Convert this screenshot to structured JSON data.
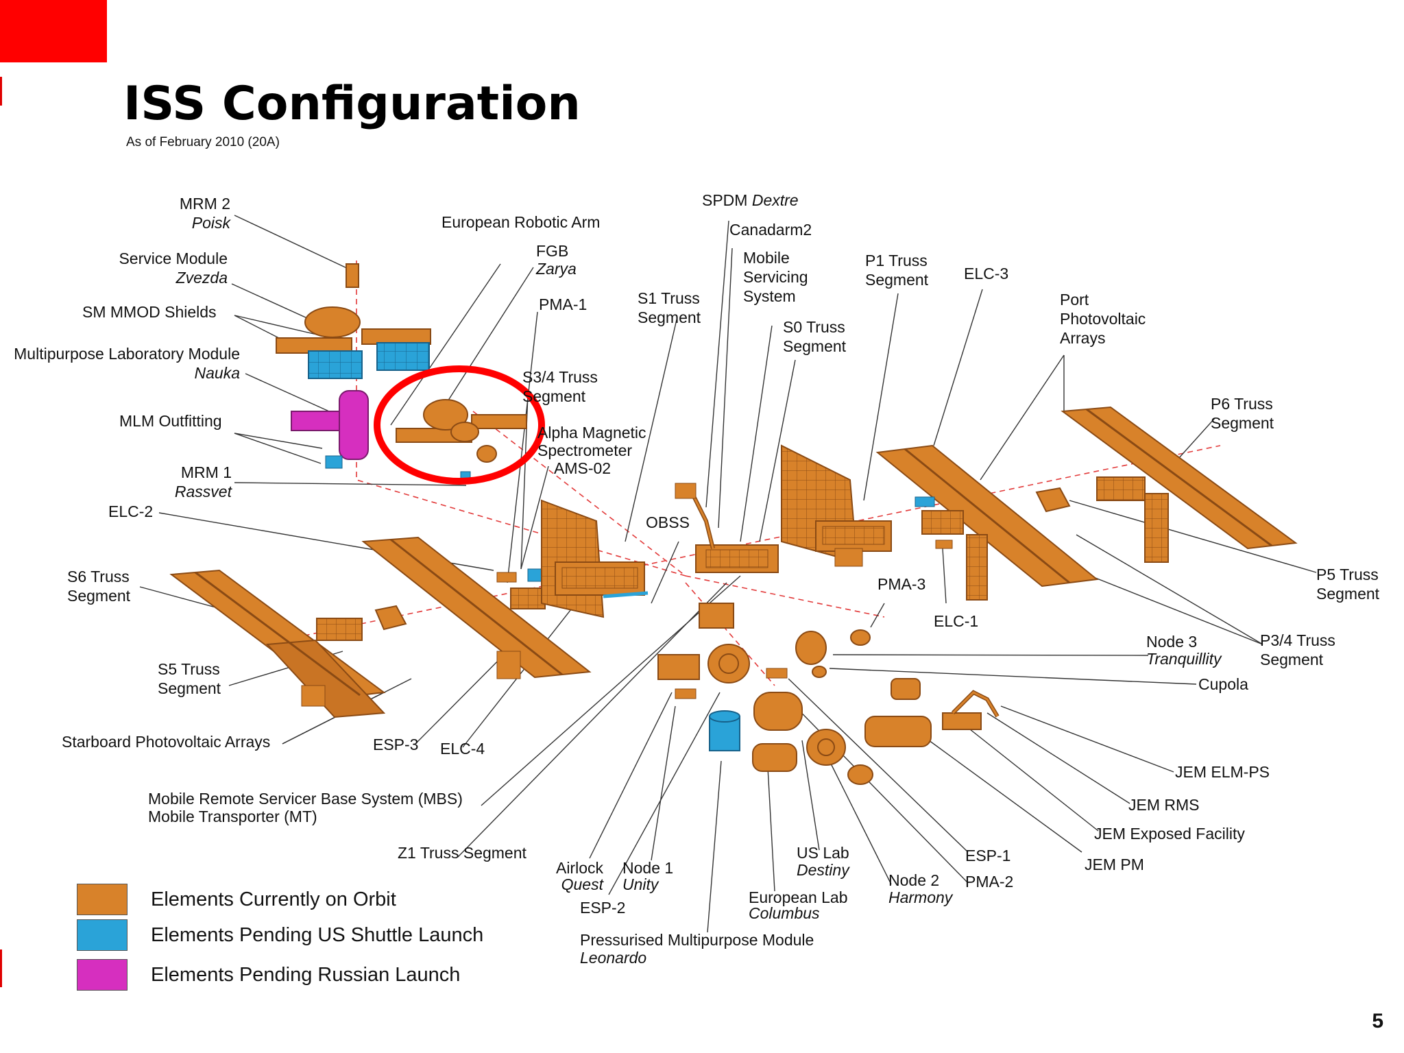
{
  "title": "ISS Configuration",
  "subtitle": "As of February 2010 (20A)",
  "labels": {
    "mrm2_a": "MRM 2",
    "mrm2_b": "Poisk",
    "sm_a": "Service Module",
    "sm_b": "Zvezda",
    "mmod": "SM MMOD Shields",
    "mlm_a": "Multipurpose Laboratory Module",
    "mlm_b": "Nauka",
    "mlmout": "MLM Outfitting",
    "mrm1_a": "MRM 1",
    "mrm1_b": "Rassvet",
    "elc2": "ELC-2",
    "s6_a": "S6 Truss",
    "s6_b": "Segment",
    "s5_a": "S5 Truss",
    "s5_b": "Segment",
    "spa": "Starboard Photovoltaic Arrays",
    "esp3": "ESP-3",
    "elc4": "ELC-4",
    "mbs_a": "Mobile Remote Servicer Base System (MBS)",
    "mbs_b": "Mobile Transporter (MT)",
    "z1": "Z1 Truss Segment",
    "era": "European Robotic Arm",
    "fgb_a": "FGB",
    "fgb_b": "Zarya",
    "pma1": "PMA-1",
    "s34_a": "S3/4 Truss",
    "s34_b": "Segment",
    "ams_a": "Alpha Magnetic",
    "ams_b": "Spectrometer",
    "ams_c": "AMS-02",
    "s1_a": "S1 Truss",
    "s1_b": "Segment",
    "spdm_a": "SPDM",
    "spdm_b": "Dextre",
    "canadarm": "Canadarm2",
    "mss_a": "Mobile",
    "mss_b": "Servicing",
    "mss_c": "System",
    "s0_a": "S0 Truss",
    "s0_b": "Segment",
    "obss": "OBSS",
    "p1_a": "P1 Truss",
    "p1_b": "Segment",
    "elc3": "ELC-3",
    "ppa_a": "Port",
    "ppa_b": "Photovoltaic",
    "ppa_c": "Arrays",
    "p6_a": "P6 Truss",
    "p6_b": "Segment",
    "p5_a": "P5 Truss",
    "p5_b": "Segment",
    "p34_a": "P3/4 Truss",
    "p34_b": "Segment",
    "pma3": "PMA-3",
    "elc1": "ELC-1",
    "node3_a": "Node 3",
    "node3_b": "Tranquillity",
    "cupola": "Cupola",
    "jemelm": "JEM ELM-PS",
    "jemrms": "JEM RMS",
    "jemef": "JEM Exposed Facility",
    "jempm": "JEM PM",
    "esp1": "ESP-1",
    "pma2": "PMA-2",
    "node2_a": "Node 2",
    "node2_b": "Harmony",
    "uslab_a": "US Lab",
    "uslab_b": "Destiny",
    "col_a": "European Lab",
    "col_b": "Columbus",
    "airlock_a": "Airlock",
    "airlock_b": "Quest",
    "node1_a": "Node 1",
    "node1_b": "Unity",
    "esp2": "ESP-2",
    "pmm_a": "Pressurised Multipurpose Module",
    "pmm_b": "Leonardo"
  },
  "legend": [
    {
      "label": "Elements Currently on Orbit",
      "color": "#d8822a"
    },
    {
      "label": "Elements Pending US Shuttle Launch",
      "color": "#2aa3d8"
    },
    {
      "label": "Elements Pending Russian Launch",
      "color": "#d62fbf"
    }
  ],
  "colors": {
    "orbit": "#d8822a",
    "orbit_dark": "#9c561a",
    "shuttle": "#2aa3d8",
    "russian": "#d62fbf",
    "highlight": "#ff0000",
    "corner": "#ff0000"
  },
  "page_number": "5"
}
